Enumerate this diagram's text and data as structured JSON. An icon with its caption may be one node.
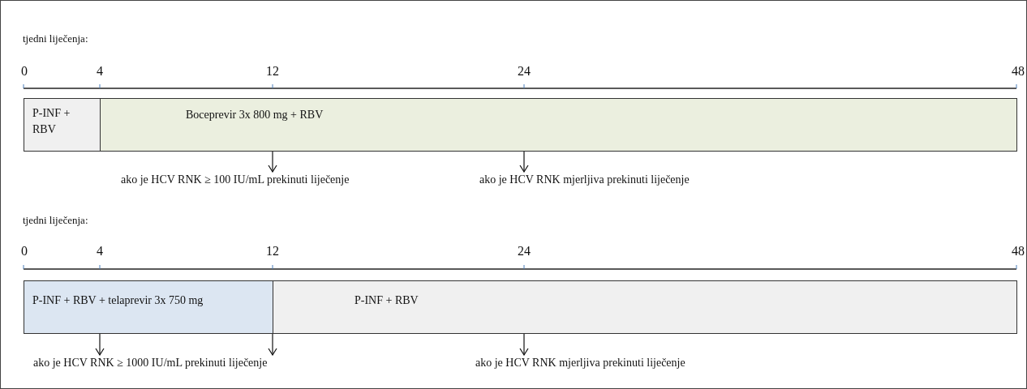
{
  "diagram": {
    "nodes": [
      {
        "text": [
          "P-INF + RBV"
        ]
      },
      {
        "text": [
          "Boceprevir 3x 800 mg + RBV"
        ]
      },
      {
        "text": [
          "ako je HCV RNK ≥ 100 IU/mL prekinuti liječenje"
        ]
      },
      {
        "text": [
          "ako je HCV RNK mjerljiva prekinuti liječenje"
        ]
      },
      {
        "text": [
          "P-INF + RBV + telaprevir 3x 750 mg"
        ]
      },
      {
        "text": [
          "P-INF + RBV"
        ]
      },
      {
        "text": [
          "ako je HCV RNK ≥ 1000 IU/mL prekinuti liječenje"
        ]
      },
      {
        "text": [
          "ako je HCV RNK mjerljiva prekinuti liječenje"
        ]
      }
    ],
    "edges": [
      {
        "from": 1,
        "to": 2,
        "arrow": "to"
      },
      {
        "from": 1,
        "to": 3,
        "arrow": "to"
      },
      {
        "from": 4,
        "to": 6,
        "arrow": "to"
      },
      {
        "from": 4,
        "to": 6,
        "arrow": "to"
      },
      {
        "from": 5,
        "to": 7,
        "arrow": "to"
      }
    ],
    "labels": [
      "tjedni liječenja:",
      "0",
      "4",
      "12",
      "24",
      "48",
      "tjedni liječenja:",
      "0",
      "4",
      "12",
      "24",
      "48"
    ]
  }
}
